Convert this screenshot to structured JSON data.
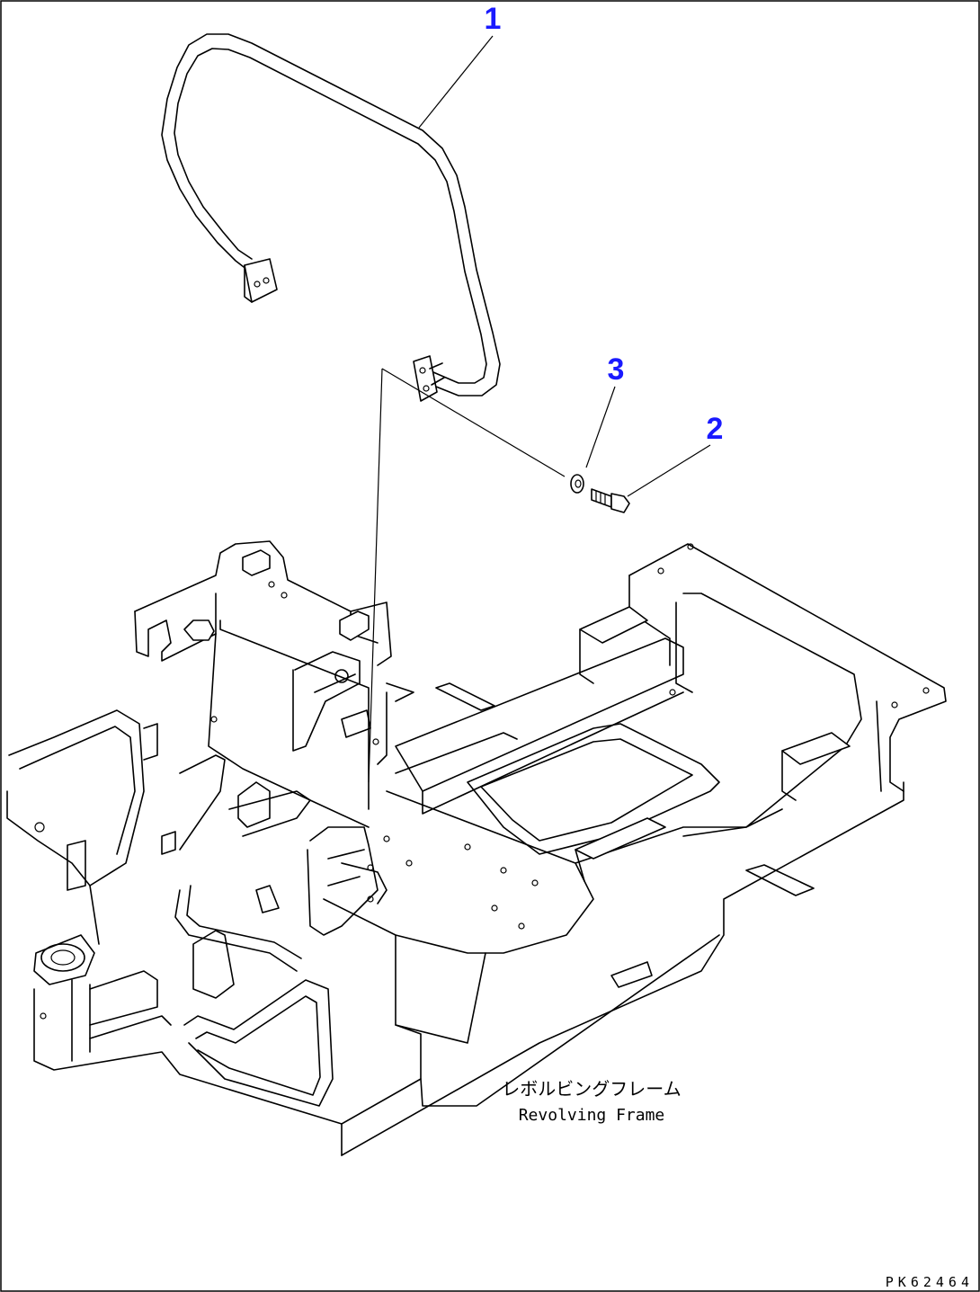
{
  "callouts": [
    {
      "id": "1",
      "label": "1"
    },
    {
      "id": "2",
      "label": "2"
    },
    {
      "id": "3",
      "label": "3"
    }
  ],
  "frame_caption": {
    "japanese": "レボルビングフレーム",
    "english": "Revolving Frame"
  },
  "drawing_code": "PK62464",
  "colors": {
    "callout": "#1a1aff",
    "line": "#000000",
    "background": "#ffffff"
  }
}
